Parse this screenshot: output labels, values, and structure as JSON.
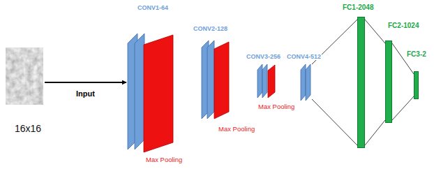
{
  "diagram": {
    "nodes": [
      {
        "text": [
          "16x16"
        ]
      },
      {
        "text": [
          "CONV1-64",
          "Max Pooling"
        ]
      },
      {
        "text": [
          "CONV2-128",
          "Max Pooling"
        ]
      },
      {
        "text": [
          "CONV3-256",
          "Max Pooling"
        ]
      },
      {
        "text": [
          "CONV4-512"
        ]
      },
      {
        "text": [
          "FC1-2048"
        ]
      },
      {
        "text": [
          "FC2-1024"
        ]
      },
      {
        "text": [
          "FC3-2"
        ]
      }
    ],
    "edges": [
      {
        "from": 0,
        "to": 1,
        "arrow": "to",
        "label": "Input"
      },
      {
        "from": 4,
        "to": 5,
        "arrow": "none"
      },
      {
        "from": 5,
        "to": 6,
        "arrow": "none"
      },
      {
        "from": 6,
        "to": 7,
        "arrow": "none"
      }
    ]
  }
}
